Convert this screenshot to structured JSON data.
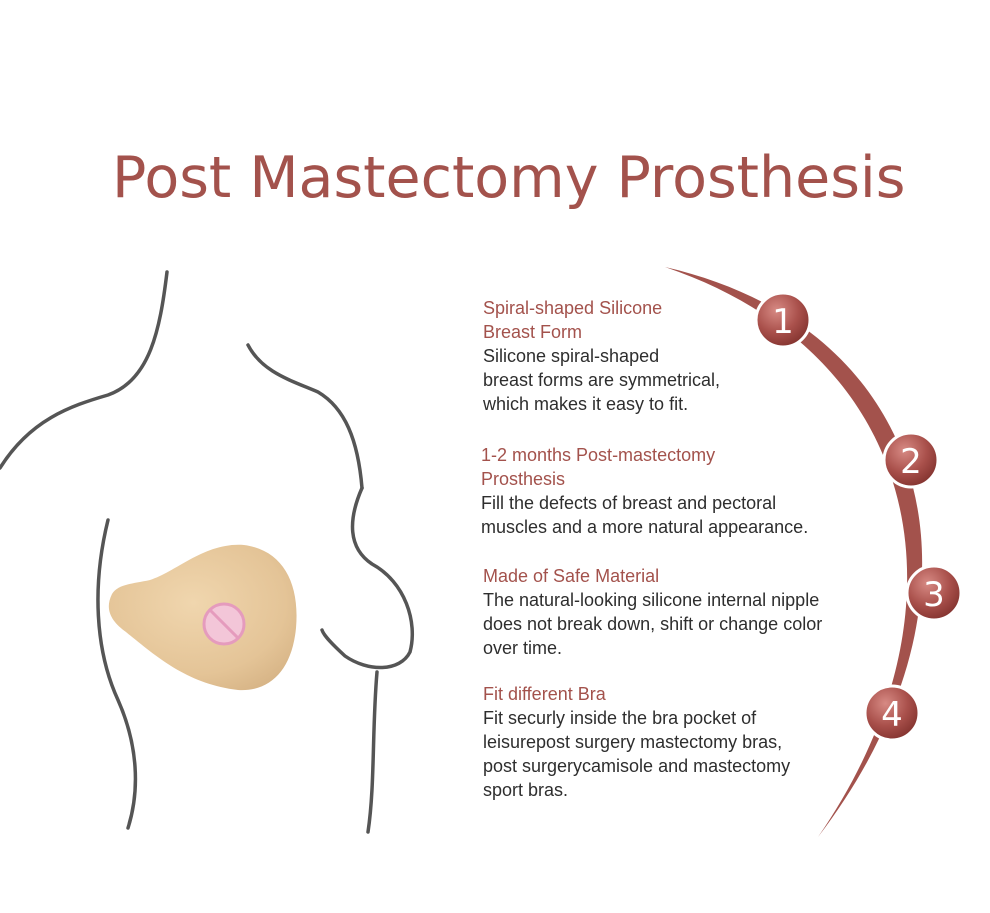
{
  "title": "Post Mastectomy Prosthesis",
  "colors": {
    "accent": "#a3524c",
    "text": "#2e2e2e",
    "outline": "#555555",
    "breast_form": "#e6c99f",
    "nipple_pink": "#f3c6d8"
  },
  "features": [
    {
      "number": "1",
      "title": "Spiral-shaped Silicone\nBreast Form",
      "description": "Silicone spiral-shaped\nbreast forms are symmetrical,\nwhich makes it easy to fit."
    },
    {
      "number": "2",
      "title": "1-2 months Post-mastectomy\nProsthesis",
      "description": "Fill the defects of breast and pectoral\nmuscles and a more natural appearance."
    },
    {
      "number": "3",
      "title": "Made of Safe Material",
      "description": "The natural-looking silicone internal nipple\ndoes not break down, shift or change color\nover time."
    },
    {
      "number": "4",
      "title": "Fit different Bra",
      "description": "Fit securly inside the bra pocket of\nleisurepost surgery mastectomy bras,\npost surgerycamisole and mastectomy\nsport bras."
    }
  ],
  "icons": {
    "censor": "prohibited-circle-icon"
  }
}
